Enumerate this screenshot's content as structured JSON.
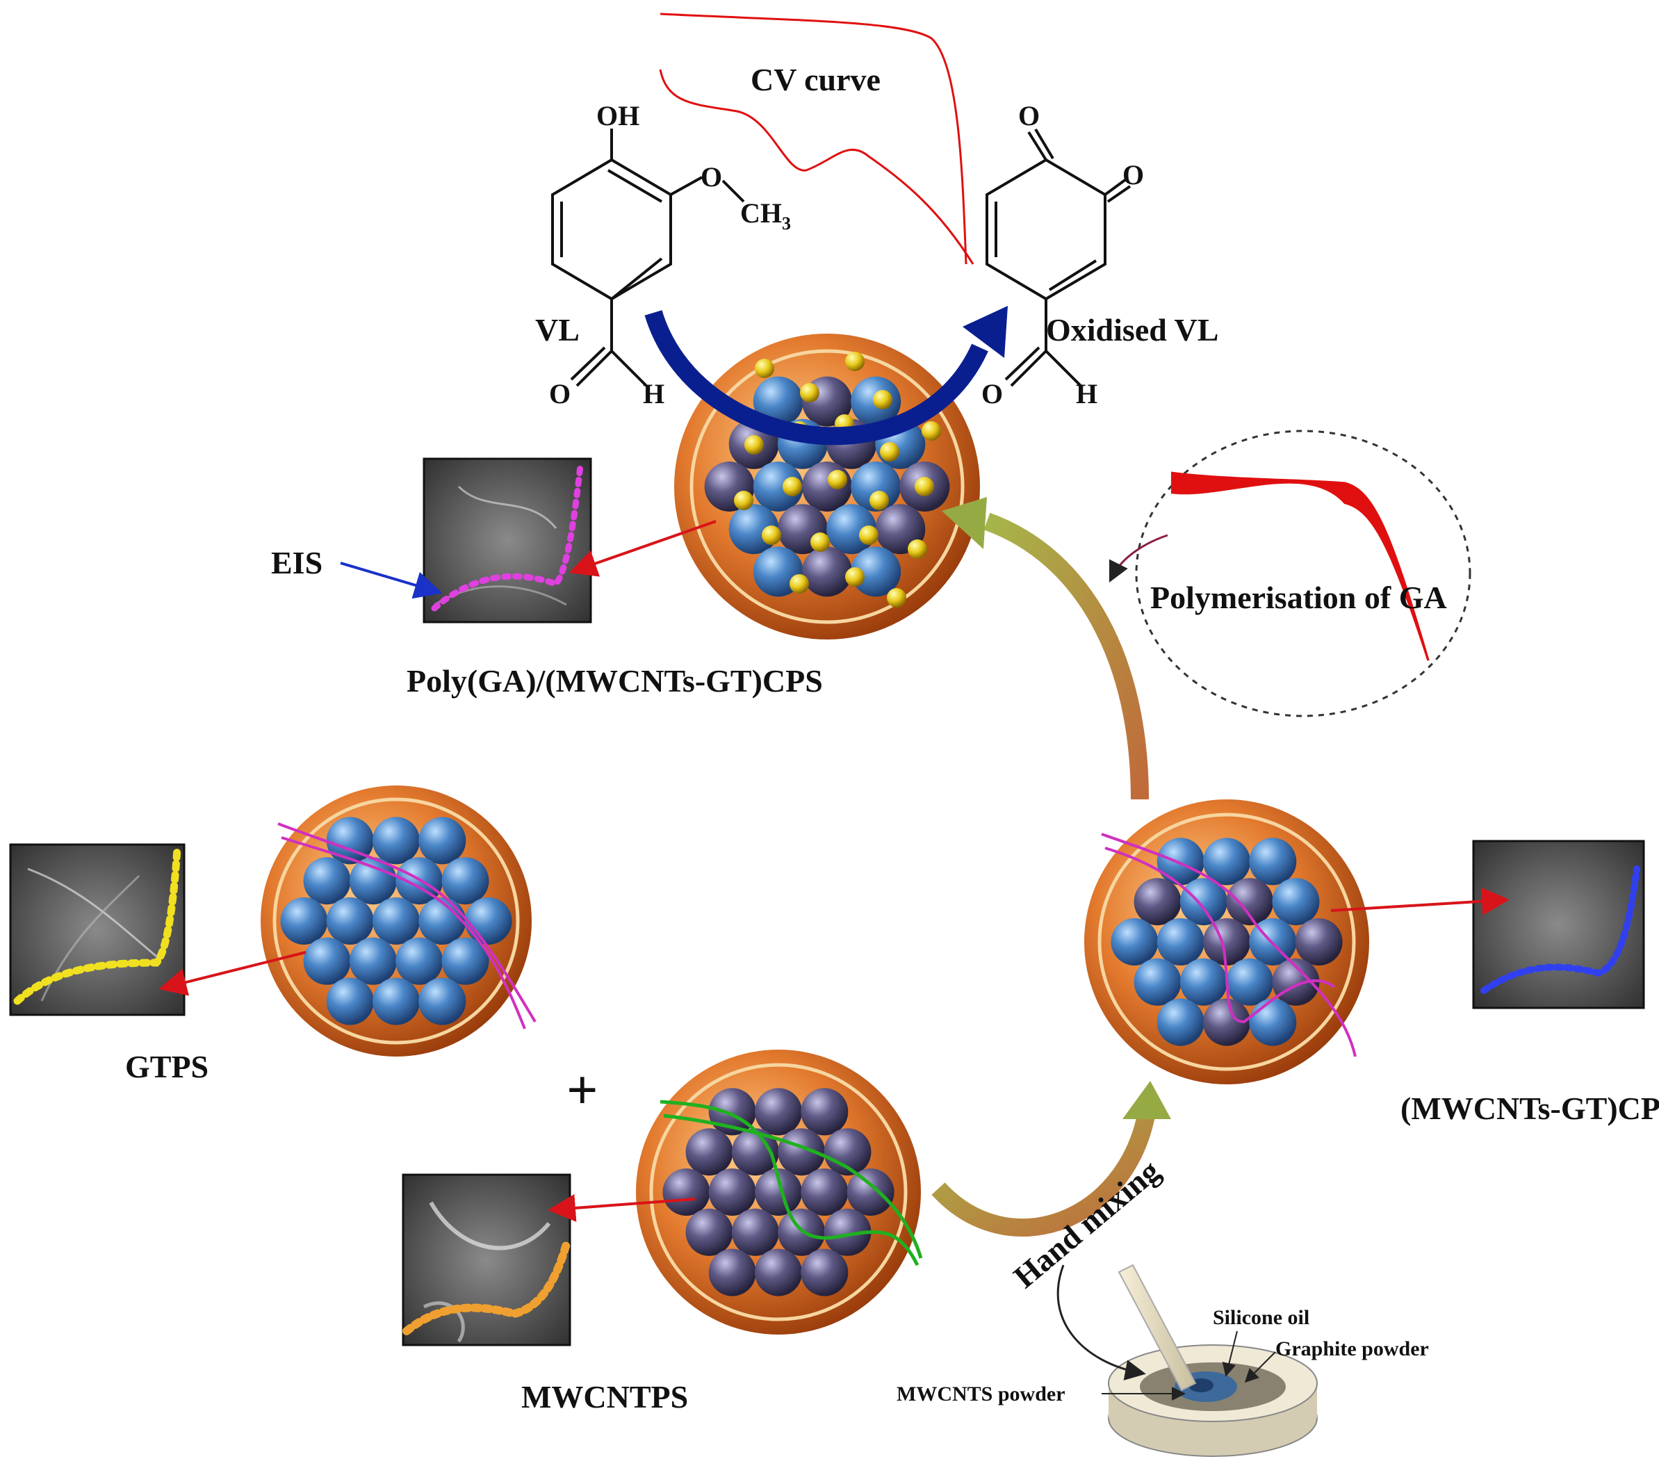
{
  "labels": {
    "cv_curve": "CV curve",
    "vl": "VL",
    "oxidised_vl": "Oxidised VL",
    "eis": "EIS",
    "poly_cps": "Poly(GA)/(MWCNTs-GT)CPS",
    "polymerisation": "Polymerisation of GA",
    "gtps": "GTPS",
    "plus": "+",
    "mwcnts_gt_cps": "(MWCNTs-GT)CPS",
    "mwcntps": "MWCNTPS",
    "hand_mixing": "Hand mixing",
    "silicone_oil": "Silicone oil",
    "graphite_powder": "Graphite powder",
    "mwcnts_powder": "MWCNTS powder"
  },
  "chem": {
    "oh": "OH",
    "o_methyl": "O",
    "ch3": "CH",
    "ch3_sub": "3",
    "o_left": "O",
    "h_left": "H",
    "o_top1": "O",
    "o_top2": "O",
    "o_right": "O",
    "h_right": "H"
  },
  "colors": {
    "sphere_blue": "#4a86c8",
    "sphere_purple": "#5f5a86",
    "particle_orange": "#e37a2e",
    "gold_dot": "#e8c81a",
    "arrow_red": "#d8141a",
    "arrow_navy": "#0a1f8f",
    "arrow_green": "#7a9a3a",
    "cv_red": "#e01010",
    "eis_magenta": "#e040e0",
    "gtps_yellow": "#f0e020",
    "mwcnt_orange": "#f0a030",
    "cps_blue": "#3040f0"
  }
}
